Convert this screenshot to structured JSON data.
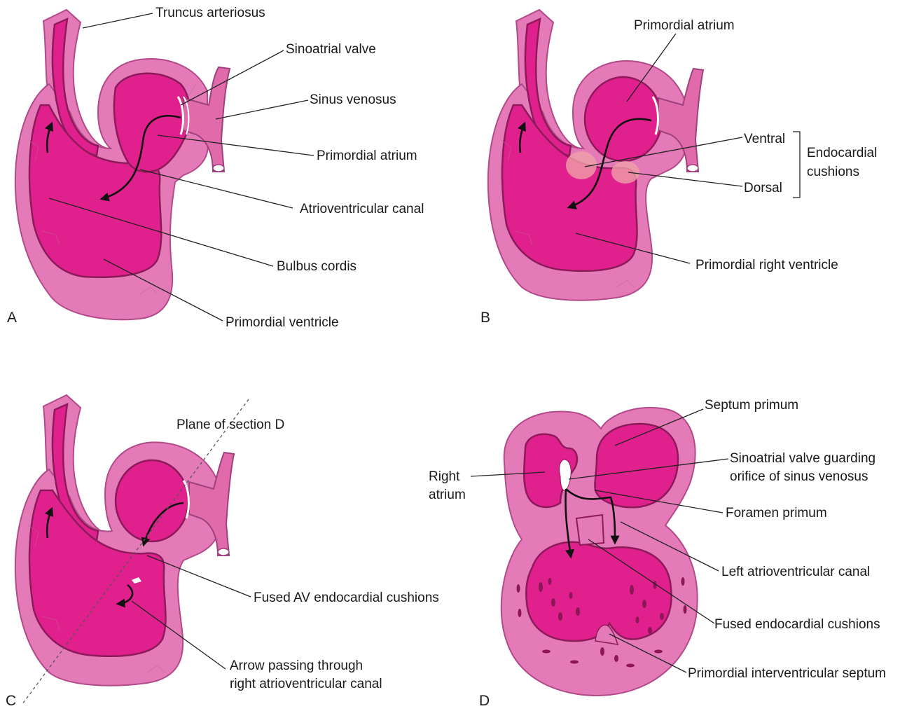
{
  "panels": {
    "a": {
      "letter": "A",
      "labels": {
        "truncus": "Truncus arteriosus",
        "sa_valve": "Sinoatrial valve",
        "sinus": "Sinus venosus",
        "atrium": "Primordial atrium",
        "av_canal": "Atrioventricular canal",
        "bulbus": "Bulbus cordis",
        "ventricle": "Primordial ventricle"
      }
    },
    "b": {
      "letter": "B",
      "labels": {
        "atrium": "Primordial atrium",
        "ventral": "Ventral",
        "dorsal": "Dorsal",
        "endo_1": "Endocardial",
        "endo_2": "cushions",
        "rv": "Primordial right ventricle"
      }
    },
    "c": {
      "letter": "C",
      "labels": {
        "plane": "Plane of section D",
        "fused_av": "Fused AV endocardial cushions",
        "arrow_1": "Arrow passing through",
        "arrow_2": "right atrioventricular canal"
      }
    },
    "d": {
      "letter": "D",
      "labels": {
        "septum": "Septum primum",
        "ra_1": "Right",
        "ra_2": "atrium",
        "sav_1": "Sinoatrial valve guarding",
        "sav_2": "orifice of sinus venosus",
        "foramen": "Foramen primum",
        "lav": "Left atrioventricular canal",
        "fused_endo": "Fused endocardial cushions",
        "piv": "Primordial interventricular septum"
      }
    }
  },
  "colors": {
    "wall": "#e47ab8",
    "lumen": "#e0208c",
    "cushion": "#f0a0a8"
  }
}
